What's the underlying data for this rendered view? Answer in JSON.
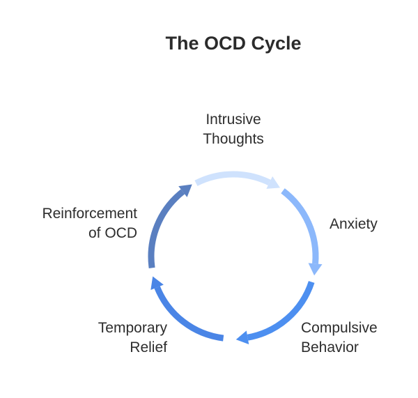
{
  "title": "The OCD Cycle",
  "cycle": {
    "steps": [
      {
        "lines": [
          "Intrusive",
          "Thoughts"
        ],
        "arrow_color": "#cfe2fd"
      },
      {
        "lines": [
          "Anxiety"
        ],
        "arrow_color": "#8cb8fb"
      },
      {
        "lines": [
          "Compulsive",
          "Behavior"
        ],
        "arrow_color": "#4d8ff0"
      },
      {
        "lines": [
          "Temporary",
          "Relief"
        ],
        "arrow_color": "#4a85e6"
      },
      {
        "lines": [
          "Reinforcement",
          "of OCD"
        ],
        "arrow_color": "#5a7fc0"
      }
    ],
    "text_color": "#2d2d2d"
  }
}
